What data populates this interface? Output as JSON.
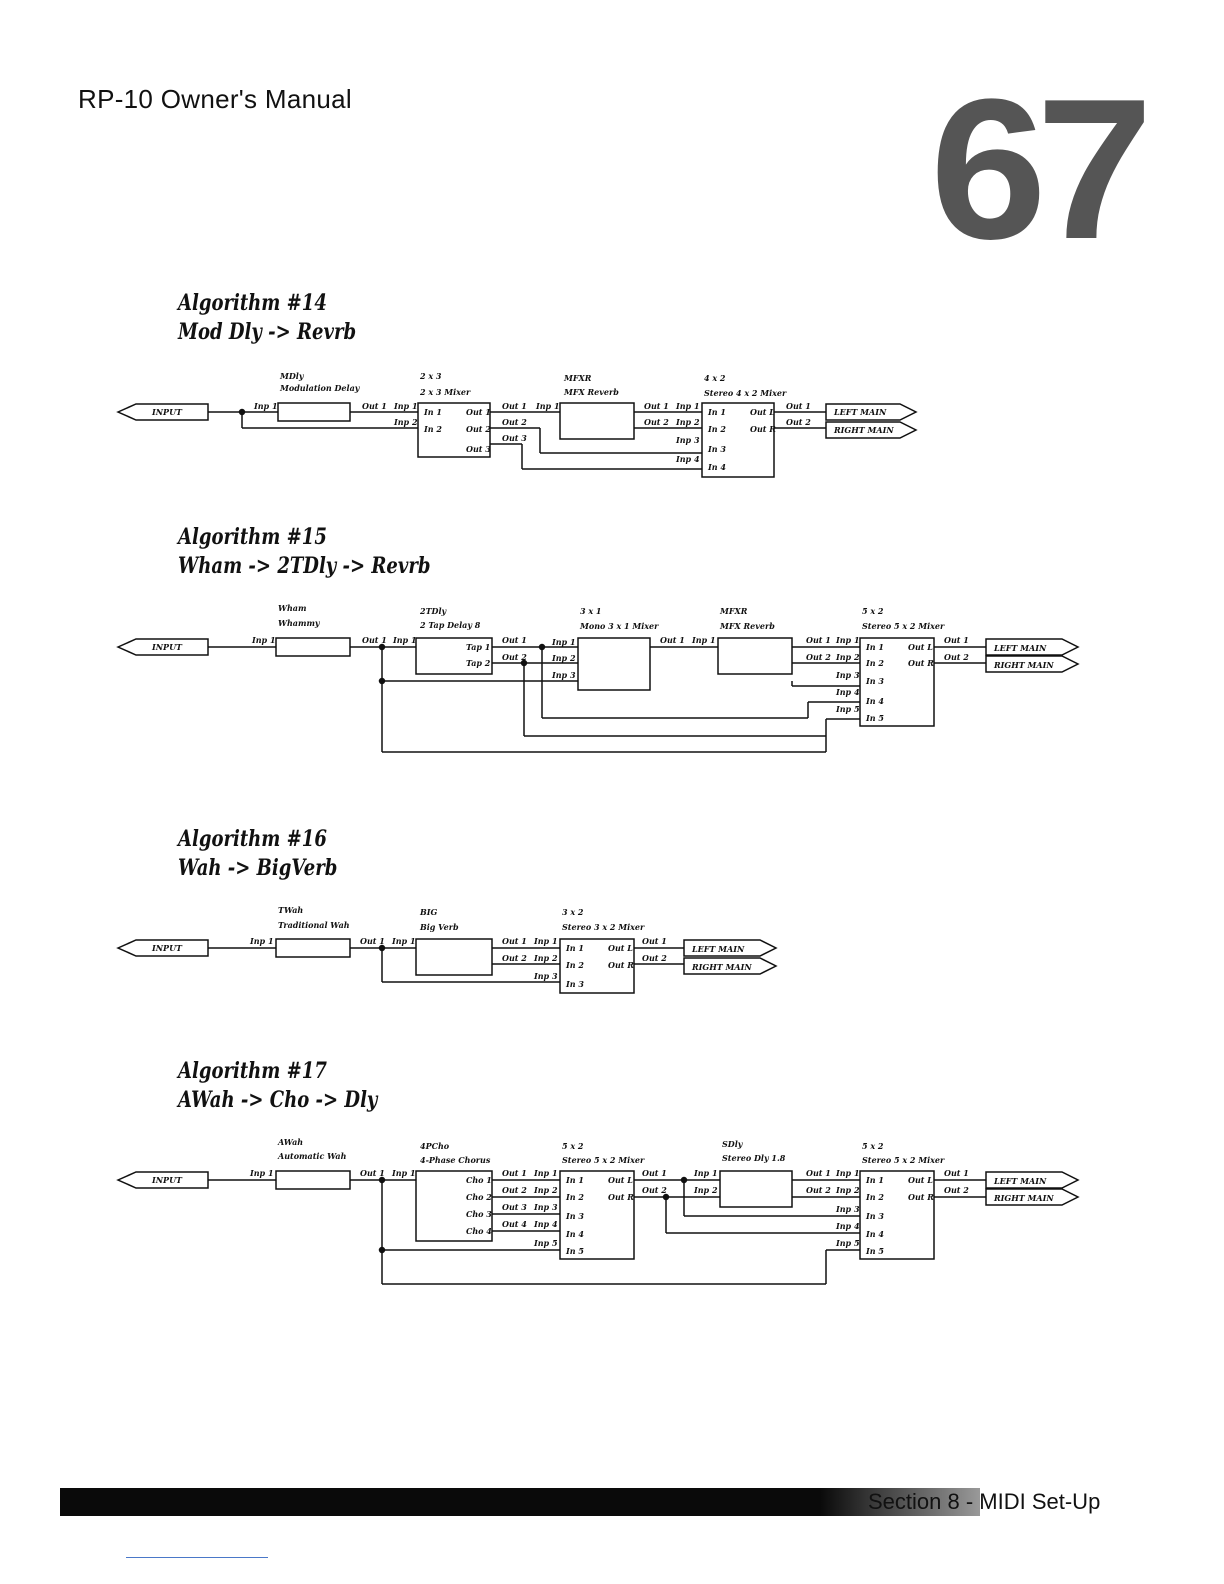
{
  "header": {
    "title": "RP-10 Owner's Manual",
    "page_number": "67"
  },
  "algorithms": [
    {
      "number": "Algorithm #14",
      "name": "Mod Dly -> Revrb",
      "input": "INPUT",
      "blocks": {
        "mdly": {
          "title": "MDly",
          "subtitle": "Modulation Delay"
        },
        "mixer": {
          "title": "2 x 3",
          "subtitle": "2 x 3 Mixer",
          "ins": [
            "In 1",
            "In 2"
          ],
          "outs": [
            "Out 1",
            "Out 2",
            "Out 3"
          ]
        },
        "mfxr": {
          "title": "MFXR",
          "subtitle": "MFX Reverb"
        },
        "stereo": {
          "title": "4 x 2",
          "subtitle": "Stereo 4 x 2 Mixer",
          "ins": [
            "In 1",
            "In 2",
            "In 3",
            "In 4"
          ],
          "outs": [
            "Out L",
            "Out R"
          ]
        }
      },
      "ports": {
        "inp1": "Inp 1",
        "inp2": "Inp 2",
        "inp3": "Inp 3",
        "inp4": "Inp 4",
        "out1": "Out 1",
        "out2": "Out 2",
        "out3": "Out 3"
      },
      "outputs": [
        "LEFT MAIN",
        "RIGHT MAIN"
      ]
    },
    {
      "number": "Algorithm #15",
      "name": "Wham -> 2TDly -> Revrb",
      "input": "INPUT",
      "blocks": {
        "wham": {
          "title": "Wham",
          "subtitle": "Whammy"
        },
        "tdly": {
          "title": "2TDly",
          "subtitle": "2 Tap Delay 8",
          "outs": [
            "Tap 1",
            "Tap 2"
          ]
        },
        "mono": {
          "title": "3 x 1",
          "subtitle": "Mono 3 x 1 Mixer"
        },
        "mfxr": {
          "title": "MFXR",
          "subtitle": "MFX Reverb"
        },
        "stereo": {
          "title": "5 x 2",
          "subtitle": "Stereo 5 x 2 Mixer",
          "ins": [
            "In 1",
            "In 2",
            "In 3",
            "In 4",
            "In 5"
          ],
          "outs": [
            "Out L",
            "Out R"
          ]
        }
      },
      "ports": {
        "inp1": "Inp 1",
        "inp2": "Inp 2",
        "inp3": "Inp 3",
        "inp4": "Inp 4",
        "inp5": "Inp 5",
        "out1": "Out 1",
        "out2": "Out 2"
      },
      "outputs": [
        "LEFT MAIN",
        "RIGHT MAIN"
      ]
    },
    {
      "number": "Algorithm #16",
      "name": "Wah -> BigVerb",
      "input": "INPUT",
      "blocks": {
        "twah": {
          "title": "TWah",
          "subtitle": "Traditional Wah"
        },
        "big": {
          "title": "BIG",
          "subtitle": "Big Verb"
        },
        "stereo": {
          "title": "3 x 2",
          "subtitle": "Stereo 3 x 2 Mixer",
          "ins": [
            "In 1",
            "In 2",
            "In 3"
          ],
          "outs": [
            "Out L",
            "Out R"
          ]
        }
      },
      "ports": {
        "inp1": "Inp 1",
        "inp2": "Inp 2",
        "inp3": "Inp 3",
        "out1": "Out 1",
        "out2": "Out 2"
      },
      "outputs": [
        "LEFT MAIN",
        "RIGHT MAIN"
      ]
    },
    {
      "number": "Algorithm #17",
      "name": "AWah -> Cho -> Dly",
      "input": "INPUT",
      "blocks": {
        "awah": {
          "title": "AWah",
          "subtitle": "Automatic Wah"
        },
        "pcho": {
          "title": "4PCho",
          "subtitle": "4-Phase Chorus",
          "outs": [
            "Cho 1",
            "Cho 2",
            "Cho 3",
            "Cho 4"
          ]
        },
        "stereo1": {
          "title": "5 x 2",
          "subtitle": "Stereo 5 x 2 Mixer",
          "ins": [
            "In 1",
            "In 2",
            "In 3",
            "In 4",
            "In 5"
          ],
          "outs": [
            "Out L",
            "Out R"
          ]
        },
        "sdly": {
          "title": "SDly",
          "subtitle": "Stereo Dly 1.8"
        },
        "stereo2": {
          "title": "5 x 2",
          "subtitle": "Stereo 5 x 2 Mixer",
          "ins": [
            "In 1",
            "In 2",
            "In 3",
            "In 4",
            "In 5"
          ],
          "outs": [
            "Out L",
            "Out R"
          ]
        }
      },
      "ports": {
        "inp1": "Inp 1",
        "inp2": "Inp 2",
        "inp3": "Inp 3",
        "inp4": "Inp 4",
        "inp5": "Inp 5",
        "out1": "Out 1",
        "out2": "Out 2",
        "out3": "Out 3",
        "out4": "Out 4"
      },
      "outputs": [
        "LEFT MAIN",
        "RIGHT MAIN"
      ]
    }
  ],
  "footer": {
    "section": "Section 8 - MIDI Set-Up"
  }
}
